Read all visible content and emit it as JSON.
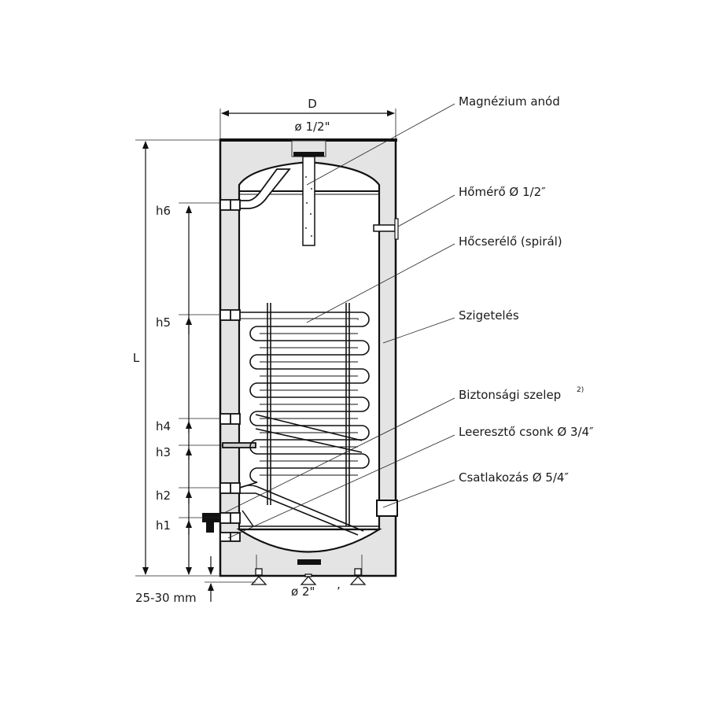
{
  "title": "Indirekt fűtésű tároló – műszaki rajz",
  "dimensions": {
    "width": "D",
    "height": "L",
    "top_connection": "ø 1/2\"",
    "bottom_connection": "ø 2\"",
    "bottom_mark": "ʼ",
    "floor_gap": "25-30 mm",
    "heights": [
      "h6",
      "h5",
      "h4",
      "h3",
      "h2",
      "h1"
    ]
  },
  "labels": [
    {
      "id": "anode",
      "text": "Magnézium anód"
    },
    {
      "id": "thermometer",
      "text": "Hőmérő Ø 1/2″"
    },
    {
      "id": "exchanger",
      "text": "Hőcserélő (spirál)"
    },
    {
      "id": "insulation",
      "text": "Szigetelés"
    },
    {
      "id": "safety-valve",
      "text": "Biztonsági szelep",
      "note": "2)"
    },
    {
      "id": "drain",
      "text": "Leeresztő csonk Ø 3/4″"
    },
    {
      "id": "connection",
      "text": "Csatlakozás Ø 5/4″"
    }
  ],
  "colors": {
    "insulation": "#e4e4e4",
    "line": "#111111"
  }
}
